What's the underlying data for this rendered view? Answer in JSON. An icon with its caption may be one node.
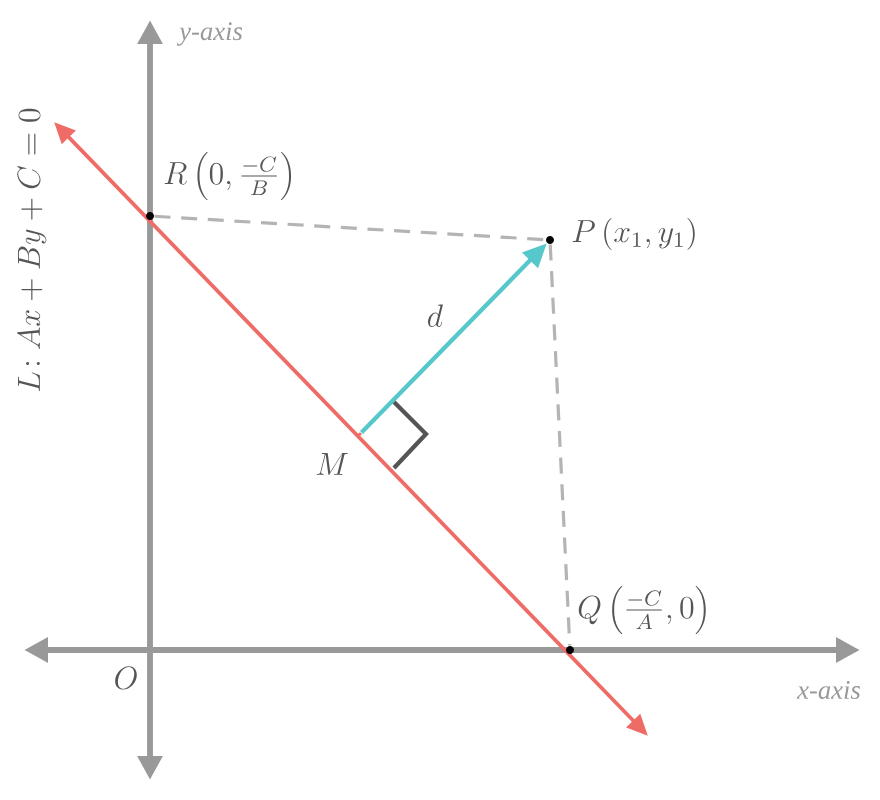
{
  "diagram": {
    "nodes": [
      {
        "text": [],
        "shape": "circle",
        "beside": [
          "R\\left(0,\\frac{-C}{B}\\right)"
        ]
      },
      {
        "text": [],
        "shape": "circle",
        "beside": [
          "P\\left(x_1,y_1\\right)"
        ]
      },
      {
        "text": [],
        "shape": "circle",
        "beside": [
          "Q\\left(\\frac{-C}{A},0\\right)"
        ]
      },
      {
        "text": [],
        "shape": "circle",
        "beside": [
          "M"
        ]
      }
    ],
    "edges": [
      {
        "from": 0,
        "to": 1,
        "arrow": "none",
        "style": "dashed",
        "color": "#b4b4b4"
      },
      {
        "from": 1,
        "to": 2,
        "arrow": "none",
        "style": "dashed",
        "color": "#b4b4b4"
      },
      {
        "from": 3,
        "to": 1,
        "arrow": "to",
        "label": "d",
        "color": "#56c7cb"
      }
    ],
    "labels": [
      "y-axis",
      "L\\!:Ax+By+C=0",
      "O",
      "x-axis"
    ]
  }
}
